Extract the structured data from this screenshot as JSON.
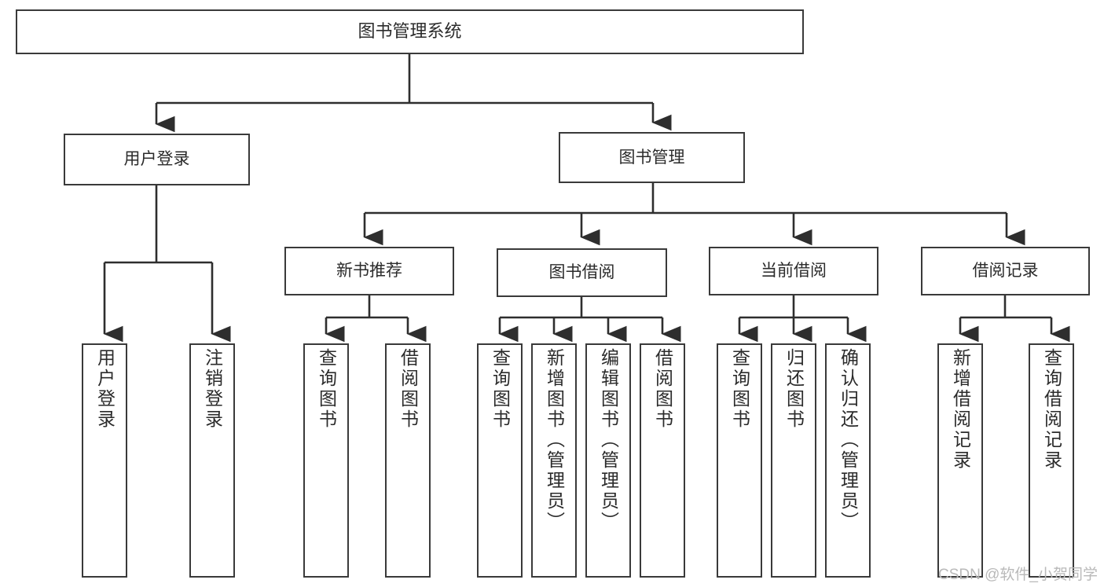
{
  "diagram": {
    "type": "tree",
    "title": "图书管理系统",
    "watermark": "CSDN @软件_小贺同学",
    "colors": {
      "border": "#3a3a3a",
      "text": "#2b2b2b",
      "background": "#ffffff",
      "connector": "#2e2e2e",
      "watermark": "#b9b9b9"
    },
    "root": {
      "label": "图书管理系统"
    },
    "level2": [
      {
        "label": "用户登录"
      },
      {
        "label": "图书管理"
      }
    ],
    "level3": [
      {
        "label": "新书推荐"
      },
      {
        "label": "图书借阅"
      },
      {
        "label": "当前借阅"
      },
      {
        "label": "借阅记录"
      }
    ],
    "leaves": {
      "user_login": [
        {
          "label": "用户登录"
        },
        {
          "label": "注销登录"
        }
      ],
      "new_book": [
        {
          "label": "查询图书"
        },
        {
          "label": "借阅图书"
        }
      ],
      "book_borrow": [
        {
          "label": "查询图书"
        },
        {
          "label": "新增图书（管理员）"
        },
        {
          "label": "编辑图书（管理员）"
        },
        {
          "label": "借阅图书"
        }
      ],
      "current_borrow": [
        {
          "label": "查询图书"
        },
        {
          "label": "归还图书"
        },
        {
          "label": "确认归还（管理员）"
        }
      ],
      "borrow_record": [
        {
          "label": "新增借阅记录"
        },
        {
          "label": "查询借阅记录"
        }
      ]
    }
  }
}
